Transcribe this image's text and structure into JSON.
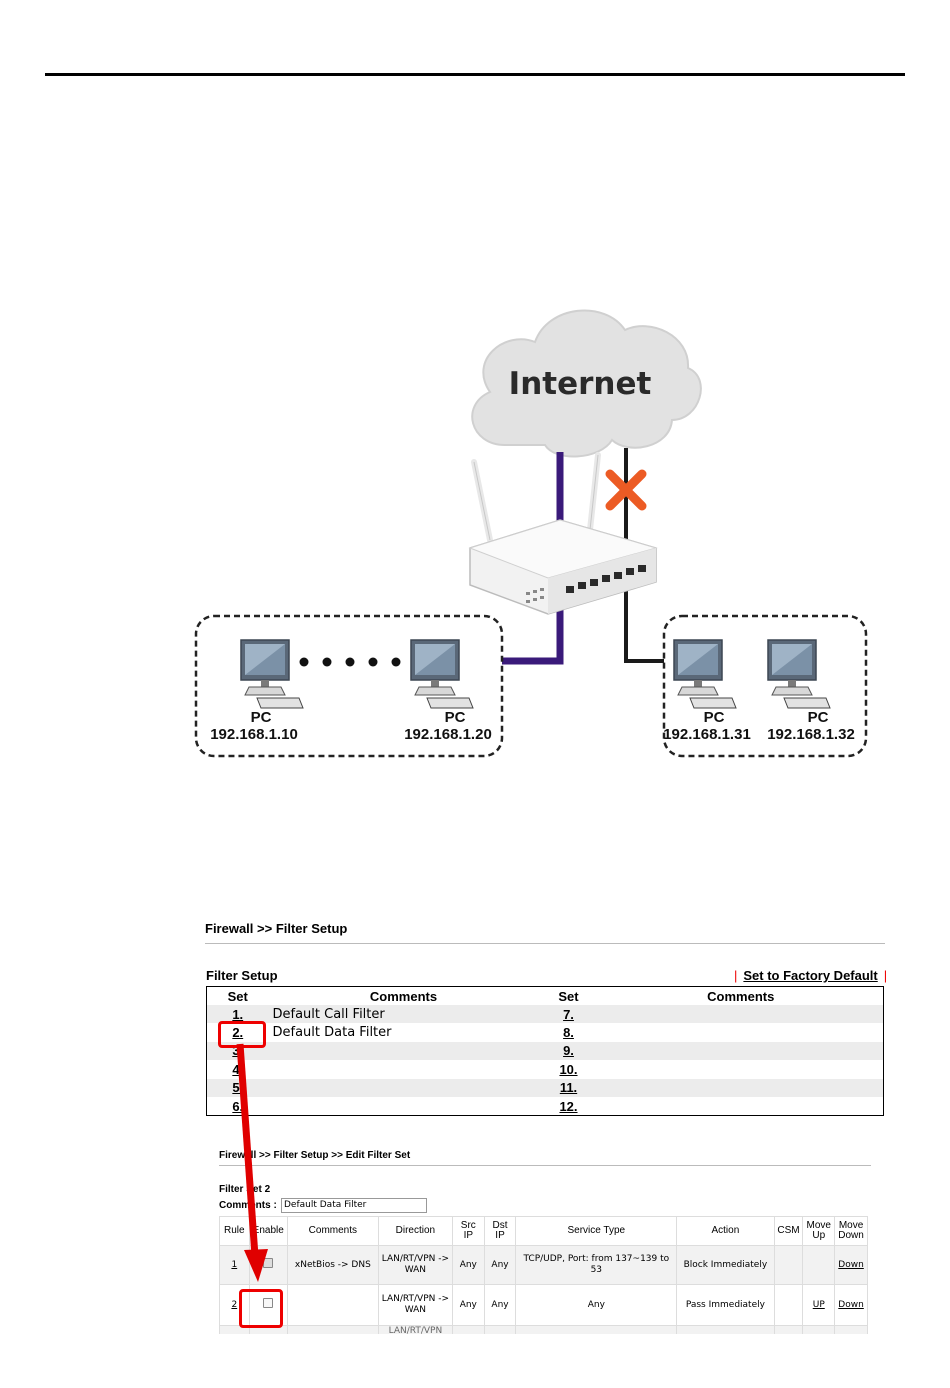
{
  "diagram": {
    "cloud_label": "Internet",
    "pcs": [
      {
        "name": "PC",
        "ip": "192.168.1.10"
      },
      {
        "name": "PC",
        "ip": "192.168.1.20"
      },
      {
        "name": "PC",
        "ip": "192.168.1.31"
      },
      {
        "name": "PC",
        "ip": "192.168.1.32"
      }
    ],
    "blocked_marker": "x-icon",
    "colors": {
      "allowed_line": "#3a1a7a",
      "blocked_line": "#1a1a1a",
      "block_mark": "#ec5b24"
    }
  },
  "filter_setup": {
    "breadcrumb": "Firewall >> Filter Setup",
    "section_title": "Filter Setup",
    "factory_default_link": "Set to Factory Default",
    "headers": [
      "Set",
      "Comments",
      "Set",
      "Comments"
    ],
    "rows": [
      {
        "set_left": "1.",
        "comment_left": "Default Call Filter",
        "set_right": "7.",
        "comment_right": ""
      },
      {
        "set_left": "2.",
        "comment_left": "Default Data Filter",
        "set_right": "8.",
        "comment_right": ""
      },
      {
        "set_left": "3.",
        "comment_left": "",
        "set_right": "9.",
        "comment_right": ""
      },
      {
        "set_left": "4.",
        "comment_left": "",
        "set_right": "10.",
        "comment_right": ""
      },
      {
        "set_left": "5.",
        "comment_left": "",
        "set_right": "11.",
        "comment_right": ""
      },
      {
        "set_left": "6.",
        "comment_left": "",
        "set_right": "12.",
        "comment_right": ""
      }
    ]
  },
  "edit_filter_set": {
    "breadcrumb": "Firewall >> Filter Setup >> Edit Filter Set",
    "filter_set_label": "Filter Set 2",
    "comments_label": "Comments :",
    "comments_value": "Default Data Filter",
    "headers": [
      "Rule",
      "Enable",
      "Comments",
      "Direction",
      "Src IP",
      "Dst IP",
      "Service Type",
      "Action",
      "CSM",
      "Move Up",
      "Move Down"
    ],
    "rows": [
      {
        "rule": "1",
        "enabled": true,
        "comments": "xNetBios -> DNS",
        "direction": "LAN/RT/VPN -> WAN",
        "src_ip": "Any",
        "dst_ip": "Any",
        "service_type": "TCP/UDP, Port: from 137~139 to 53",
        "action": "Block Immediately",
        "csm": "",
        "move_up": "",
        "move_down": "Down"
      },
      {
        "rule": "2",
        "enabled": false,
        "comments": "",
        "direction": "LAN/RT/VPN -> WAN",
        "src_ip": "Any",
        "dst_ip": "Any",
        "service_type": "Any",
        "action": "Pass Immediately",
        "csm": "",
        "move_up": "UP",
        "move_down": "Down"
      },
      {
        "rule": "",
        "enabled": false,
        "comments": "",
        "direction": "LAN/RT/VPN",
        "src_ip": "",
        "dst_ip": "",
        "service_type": "",
        "action": "",
        "csm": "",
        "move_up": "",
        "move_down": ""
      }
    ]
  },
  "annotation_color": "#e00000"
}
